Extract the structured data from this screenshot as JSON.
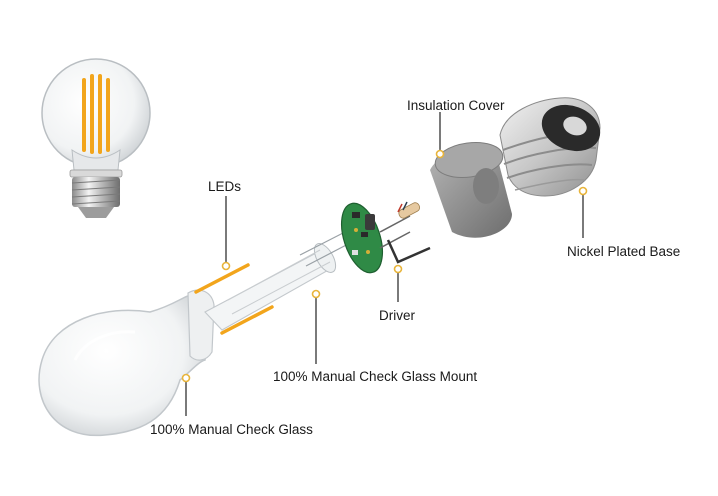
{
  "diagram": {
    "labels": {
      "insulation_cover": "Insulation Cover",
      "leds": "LEDs",
      "nickel_plated_base": "Nickel Plated Base",
      "driver": "Driver",
      "glass_mount": "100% Manual Check Glass Mount",
      "glass": "100% Manual Check Glass"
    },
    "colors": {
      "leader_line": "#222222",
      "marker_ring": "#e8b43a",
      "filament": "#f2a51c",
      "pcb": "#2f8a46",
      "insulation": "#8c8c8c",
      "base_metal": "#c9c9c9"
    }
  }
}
